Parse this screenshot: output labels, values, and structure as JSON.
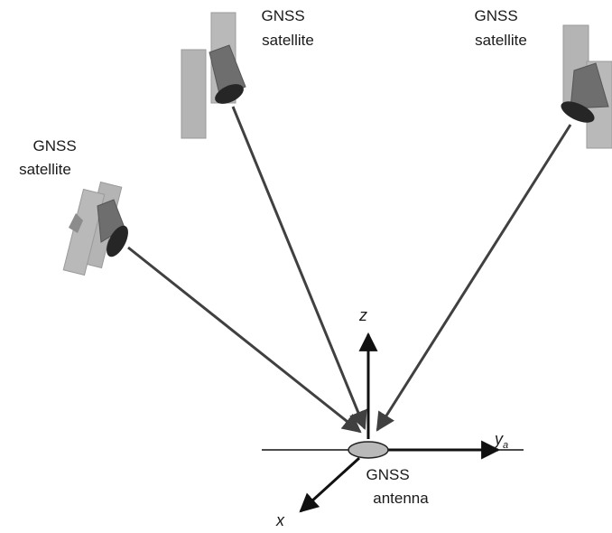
{
  "satellites": [
    {
      "label_line1": "GNSS",
      "label_line2": "satellite"
    },
    {
      "label_line1": "GNSS",
      "label_line2": "satellite"
    },
    {
      "label_line1": "GNSS",
      "label_line2": "satellite"
    }
  ],
  "antenna": {
    "label_line1": "GNSS",
    "label_line2": "antenna"
  },
  "axes": {
    "z": "z",
    "y": "y",
    "y_sub": "a",
    "x": "x"
  },
  "colors": {
    "panel": "#b4b4b4",
    "panel_edge": "#8a8a8a",
    "body": "#6e6e6e",
    "dish": "#262626",
    "signal": "#404040",
    "axis": "#111111",
    "antenna": "#b9b9b9"
  }
}
